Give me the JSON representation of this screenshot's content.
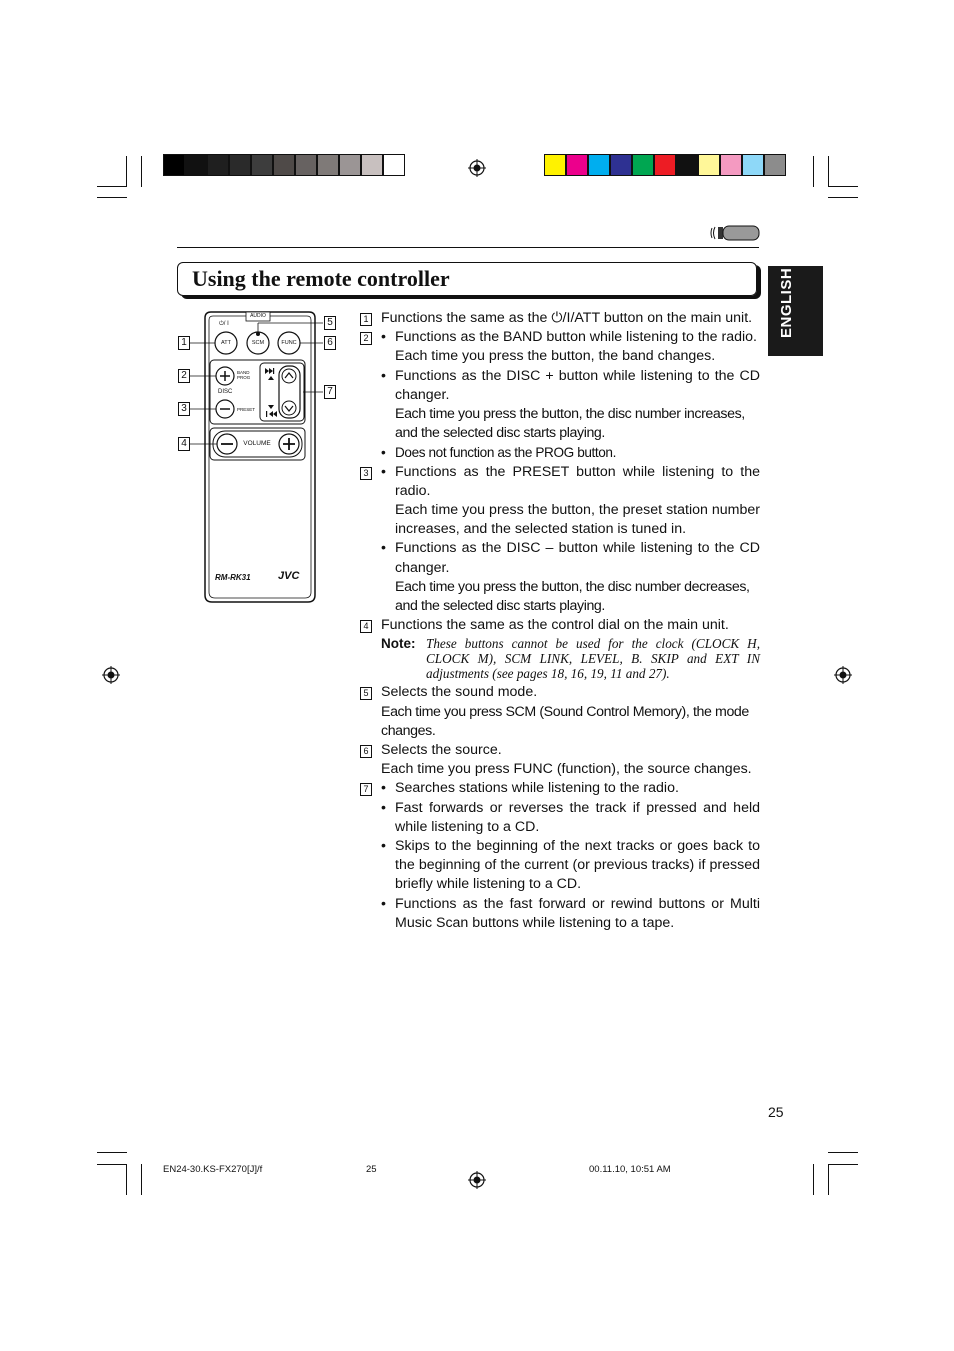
{
  "title": "Using the remote controller",
  "side_tab": "ENGLISH",
  "items": [
    {
      "num": "1",
      "text": "Functions the same as the ⏻/I/ATT button on the main unit."
    },
    {
      "num": "2",
      "bullets": [
        "Functions as the BAND button while listening to the radio.",
        "Each time you press the button, the band changes.",
        "Functions as the DISC + button while listening to the CD changer.",
        "Each time you press the button, the disc number increases, and the selected disc starts playing.",
        "Does not function as the PROG button."
      ]
    },
    {
      "num": "3",
      "bullets": [
        "Functions as the PRESET button while listening to the radio.",
        "Each time you press the button, the preset station number increases, and the selected station is tuned in.",
        "Functions as the DISC – button while listening to the CD changer.",
        "Each time you press the button, the disc number decreases, and the selected disc starts playing."
      ]
    },
    {
      "num": "4",
      "text": "Functions the same as the control dial on the main unit.",
      "note_label": "Note:",
      "note": "These buttons cannot  be used for the clock (CLOCK H, CLOCK M), SCM LINK, LEVEL, B. SKIP and EXT IN adjustments (see pages 18, 16, 19, 11 and 27)."
    },
    {
      "num": "5",
      "text": "Selects the sound mode.",
      "sub": "Each time you press SCM (Sound Control Memory), the mode changes."
    },
    {
      "num": "6",
      "text": "Selects the source.",
      "sub": "Each time you press FUNC (function), the source changes."
    },
    {
      "num": "7",
      "bullets": [
        "Searches stations while listening to the radio.",
        "Fast forwards or reverses the track if pressed and held while listening to a CD.",
        "Skips to the beginning of the next tracks or goes back to the beginning of the current (or previous tracks) if pressed briefly while listening to a CD.",
        "Functions as the fast forward or rewind buttons or Multi Music Scan buttons while listening to a tape."
      ]
    }
  ],
  "remote": {
    "audio": "AUDIO",
    "power": "⏻/ I",
    "att": "ATT",
    "scm": "SCM",
    "func": "FUNC",
    "band": "BAND",
    "prog": "PROG",
    "disc": "DISC",
    "preset": "PRESET",
    "volume": "VOLUME",
    "model": "RM-RK31",
    "brand": "JVC",
    "callouts": [
      "1",
      "2",
      "3",
      "4",
      "5",
      "6",
      "7"
    ]
  },
  "page_number": "25",
  "footer": {
    "left": "EN24-30.KS-FX270[J]/f",
    "center": "25",
    "right": "00.11.10, 10:51 AM"
  },
  "colors": {
    "gray_bars": [
      "#000000",
      "#111111",
      "#1f1f1f",
      "#2a2a2a",
      "#3d3d3d",
      "#4f4a48",
      "#676261",
      "#7f7a78",
      "#9b9595",
      "#c8c0bf",
      "#ffffff"
    ],
    "color_bars": [
      "#fff200",
      "#ec008c",
      "#00aeef",
      "#2e3192",
      "#00a651",
      "#ed1c24",
      "#111111",
      "#fff799",
      "#f49ac1",
      "#8ed8f8",
      "#8c8c8c"
    ]
  }
}
